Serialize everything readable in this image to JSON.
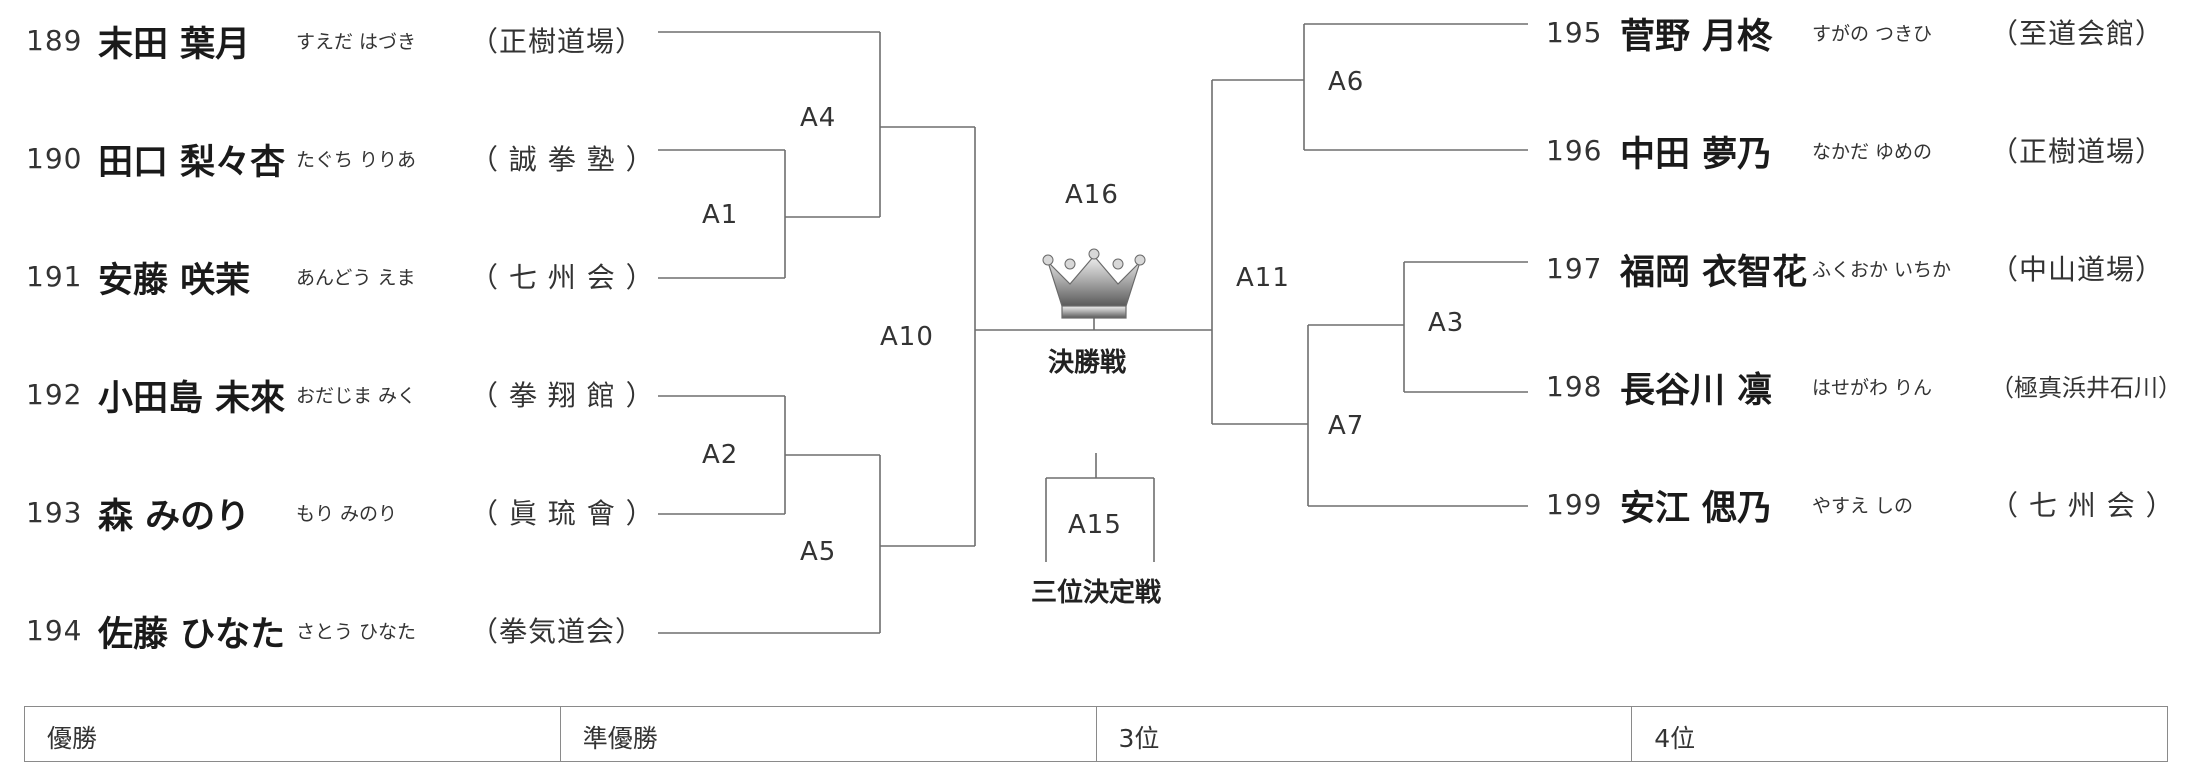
{
  "left_entries": [
    {
      "num": "189",
      "name": "末田 葉月",
      "kana": "すえだ はづき",
      "dojo": "（正樹道場）"
    },
    {
      "num": "190",
      "name": "田口 梨々杏",
      "kana": "たぐち りりあ",
      "dojo": "（ 誠 拳 塾 ）"
    },
    {
      "num": "191",
      "name": "安藤 咲茉",
      "kana": "あんどう えま",
      "dojo": "（ 七 州 会 ）"
    },
    {
      "num": "192",
      "name": "小田島 未來",
      "kana": "おだじま みく",
      "dojo": "（ 拳 翔 館 ）"
    },
    {
      "num": "193",
      "name": "森 みのり",
      "kana": "もり みのり",
      "dojo": "（ 眞 琉 會 ）"
    },
    {
      "num": "194",
      "name": "佐藤 ひなた",
      "kana": "さとう ひなた",
      "dojo": "（拳気道会）"
    }
  ],
  "right_entries": [
    {
      "num": "195",
      "name": "菅野 月柊",
      "kana": "すがの つきひ",
      "dojo": "（至道会館）"
    },
    {
      "num": "196",
      "name": "中田 夢乃",
      "kana": "なかだ ゆめの",
      "dojo": "（正樹道場）"
    },
    {
      "num": "197",
      "name": "福岡 衣智花",
      "kana": "ふくおか いちか",
      "dojo": "（中山道場）"
    },
    {
      "num": "198",
      "name": "長谷川 凛",
      "kana": "はせがわ りん",
      "dojo": "（極真浜井石川）"
    },
    {
      "num": "199",
      "name": "安江 偲乃",
      "kana": "やすえ しの",
      "dojo": "（ 七 州 会 ）"
    }
  ],
  "matches": {
    "a1": "A1",
    "a2": "A2",
    "a3": "A3",
    "a4": "A4",
    "a5": "A5",
    "a6": "A6",
    "a7": "A7",
    "a10": "A10",
    "a11": "A11",
    "a15": "A15",
    "a16": "A16"
  },
  "final_label": "決勝戦",
  "third_place_label": "三位決定戦",
  "crown_icon": "crown-icon",
  "results": [
    "優勝",
    "準優勝",
    "3位",
    "4位"
  ]
}
